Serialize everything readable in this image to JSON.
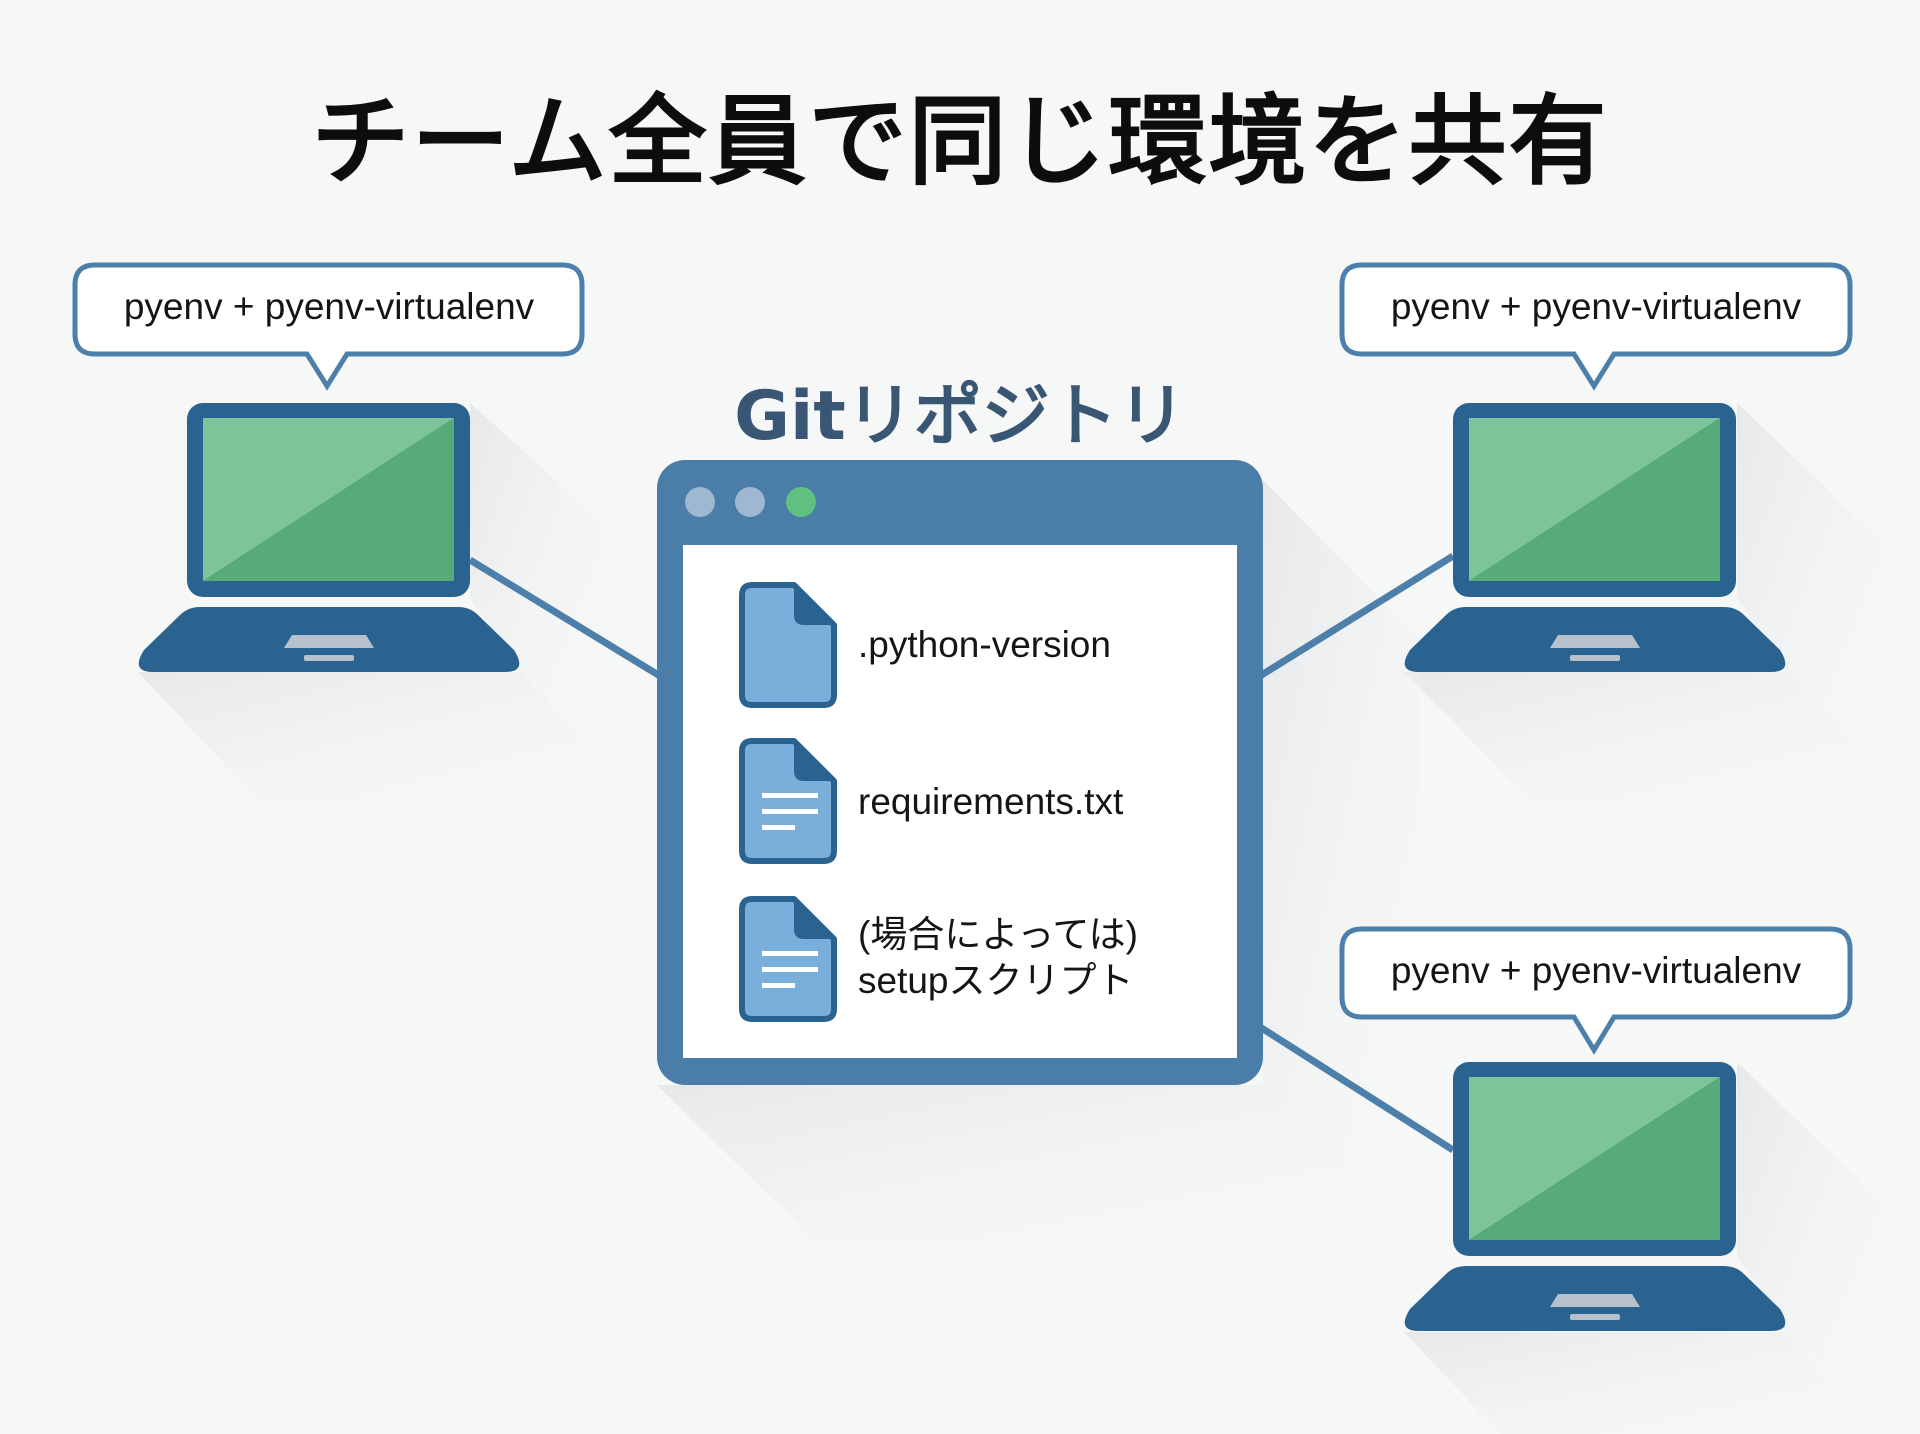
{
  "title": "チーム全員で同じ環境を共有",
  "repository": {
    "title": "Gitリポジトリ",
    "window_dots": [
      "gray",
      "gray",
      "green"
    ],
    "files": [
      {
        "name": ".python-version",
        "icon": "file-icon"
      },
      {
        "name": "requirements.txt",
        "icon": "text-file-icon"
      },
      {
        "name_line1": "(場合によっては)",
        "name_line2": "setupスクリプト",
        "icon": "text-file-icon"
      }
    ]
  },
  "team_members": [
    {
      "position": "top-left",
      "tool_label": "pyenv + pyenv-virtualenv",
      "icon": "laptop-icon"
    },
    {
      "position": "top-right",
      "tool_label": "pyenv + pyenv-virtualenv",
      "icon": "laptop-icon"
    },
    {
      "position": "bottom-right",
      "tool_label": "pyenv + pyenv-virtualenv",
      "icon": "laptop-icon"
    }
  ],
  "colors": {
    "frame_blue": "#2b6390",
    "window_blue": "#4a7ea8",
    "connector_blue": "#4d7fab",
    "screen_green_light": "#7ec49a",
    "screen_green_dark": "#57ab78",
    "file_fill": "#7aaedb",
    "dot_gray": "#9fb8d2",
    "dot_green": "#5fc07f"
  }
}
